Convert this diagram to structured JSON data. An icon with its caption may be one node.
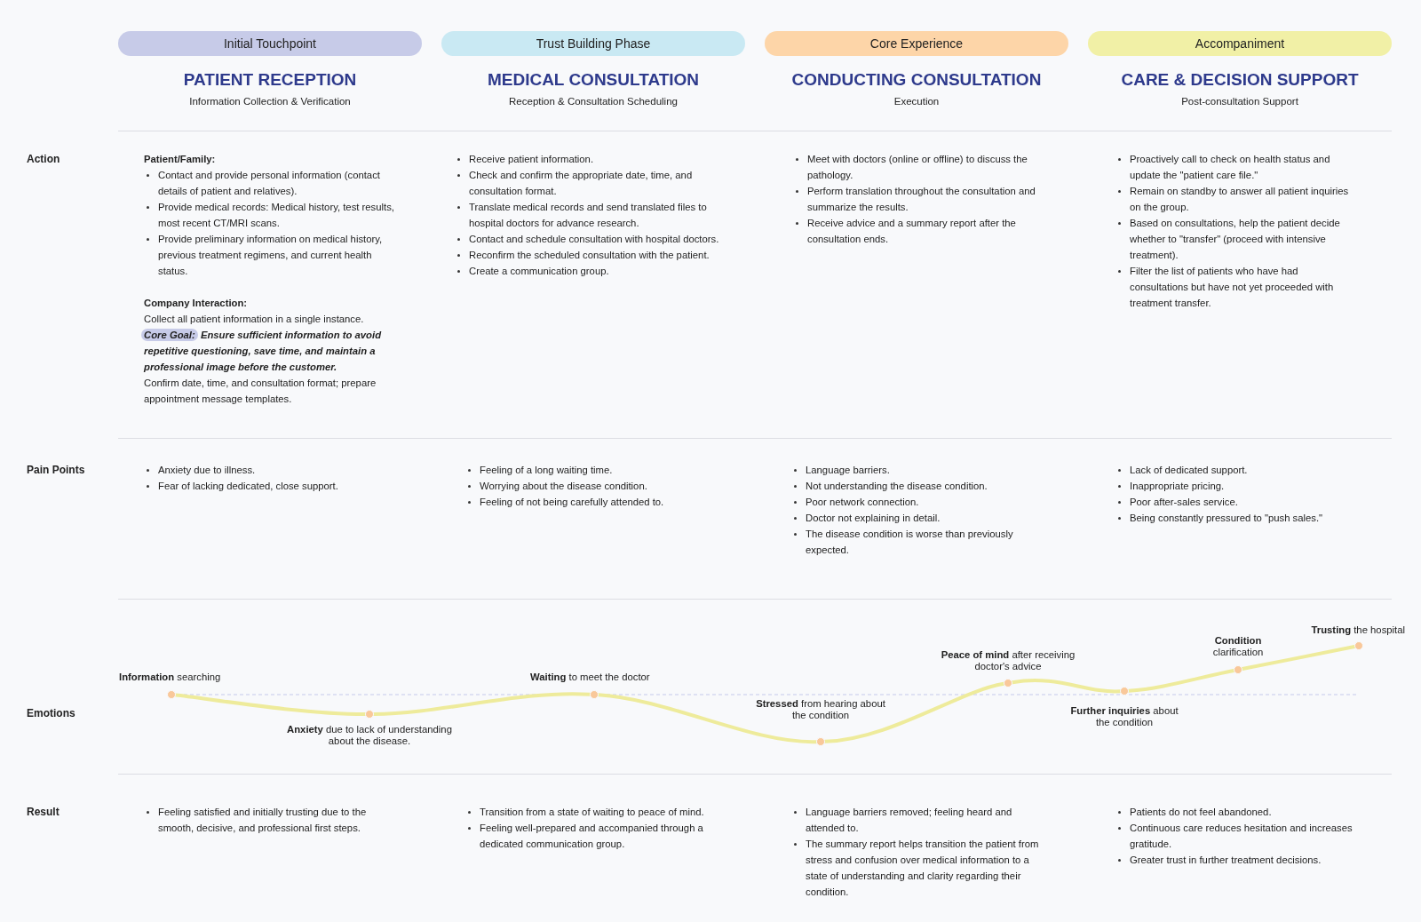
{
  "diagram": {
    "nodes": [
      {
        "text": [
          "Initial Touchpoint",
          "PATIENT RECEPTION",
          "Information Collection & Verification"
        ]
      },
      {
        "text": [
          "Trust Building Phase",
          "MEDICAL CONSULTATION",
          "Reception & Consultation Scheduling"
        ]
      },
      {
        "text": [
          "Core Experience",
          "CONDUCTING CONSULTATION",
          "Execution"
        ]
      },
      {
        "text": [
          "Accompaniment",
          "CARE & DECISION SUPPORT",
          "Post-consultation Support"
        ]
      },
      {
        "text": [],
        "shape": "circle",
        "beside": [
          "**Information** searching"
        ]
      },
      {
        "text": [],
        "shape": "circle",
        "beside": [
          "**Anxiety** due to lack of understanding about the disease."
        ]
      },
      {
        "text": [],
        "shape": "circle",
        "beside": [
          "**Waiting** to meet the doctor"
        ]
      },
      {
        "text": [],
        "shape": "circle",
        "beside": [
          "**Stressed** from hearing about the condition"
        ]
      },
      {
        "text": [],
        "shape": "circle",
        "beside": [
          "**Peace of mind** after receiving doctor's advice"
        ]
      },
      {
        "text": [],
        "shape": "circle",
        "beside": [
          "**Further inquiries** about the condition"
        ]
      },
      {
        "text": [],
        "shape": "circle",
        "beside": [
          "**Condition** clarification"
        ]
      },
      {
        "text": [],
        "shape": "circle",
        "beside": [
          "**Trusting** the hospital"
        ]
      }
    ],
    "edges": [
      {
        "from": 4,
        "to": 5,
        "arrow": "none"
      },
      {
        "from": 5,
        "to": 6,
        "arrow": "none"
      },
      {
        "from": 6,
        "to": 7,
        "arrow": "none"
      },
      {
        "from": 7,
        "to": 8,
        "arrow": "none"
      },
      {
        "from": 8,
        "to": 9,
        "arrow": "none"
      },
      {
        "from": 9,
        "to": 10,
        "arrow": "none"
      },
      {
        "from": 10,
        "to": 11,
        "arrow": "none"
      }
    ],
    "labels": [
      "Action",
      "Patient/Family:",
      "Contact and provide personal information (contact details of patient and relatives).",
      "Provide medical records: Medical history, test results, most recent CT/MRI scans.",
      "Provide preliminary information on medical history, previous treatment regimens, and current health status.",
      "Company Interaction:",
      "Collect all patient information in a single instance.",
      "Core Goal:",
      "Ensure sufficient information to avoid repetitive questioning, save time, and maintain a professional image before the customer.",
      "Confirm date, time, and consultation format; prepare appointment message templates.",
      "Receive patient information.",
      "Check and confirm the appropriate date, time, and consultation format.",
      "Translate medical records and send translated files to hospital doctors for advance research.",
      "Contact and schedule consultation with hospital doctors.",
      "Reconfirm the scheduled consultation with the patient.",
      "Create a communication group.",
      "Meet with doctors (online or offline) to discuss the pathology.",
      "Perform translation throughout the consultation and summarize the results.",
      "Receive advice and a summary report after the consultation ends.",
      "Proactively call to check on health status and update the \"patient care file.\"",
      "Remain on standby to answer all patient inquiries on the group.",
      "Based on consultations, help the patient decide whether to \"transfer\" (proceed with intensive treatment).",
      "Filter the list of patients who have had consultations but have not yet proceeded with treatment transfer.",
      "Pain Points",
      "Anxiety due to illness.",
      "Fear of lacking dedicated, close support.",
      "Feeling of a long waiting time.",
      "Worrying about the disease condition.",
      "Feeling of not being carefully attended to.",
      "Language barriers.",
      "Not understanding the disease condition.",
      "Poor network connection.",
      "Doctor not explaining in detail.",
      "The disease condition is worse than previously expected.",
      "Lack of dedicated support.",
      "Inappropriate pricing.",
      "Poor after-sales service.",
      "Being constantly pressured to \"push sales.\"",
      "Emotions",
      "Result",
      "Feeling satisfied and initially trusting due to the smooth, decisive, and professional first steps.",
      "Transition from a state of waiting to peace of mind.",
      "Feeling well-prepared and accompanied through a dedicated communication group.",
      "Language barriers removed; feeling heard and attended to.",
      "The summary report helps transition the patient from stress and confusion over medical information to a state of understanding and clarity regarding their condition.",
      "Patients do not feel abandoned.",
      "Continuous care reduces hesitation and increases gratitude.",
      "Greater trust in further treatment decisions."
    ]
  }
}
